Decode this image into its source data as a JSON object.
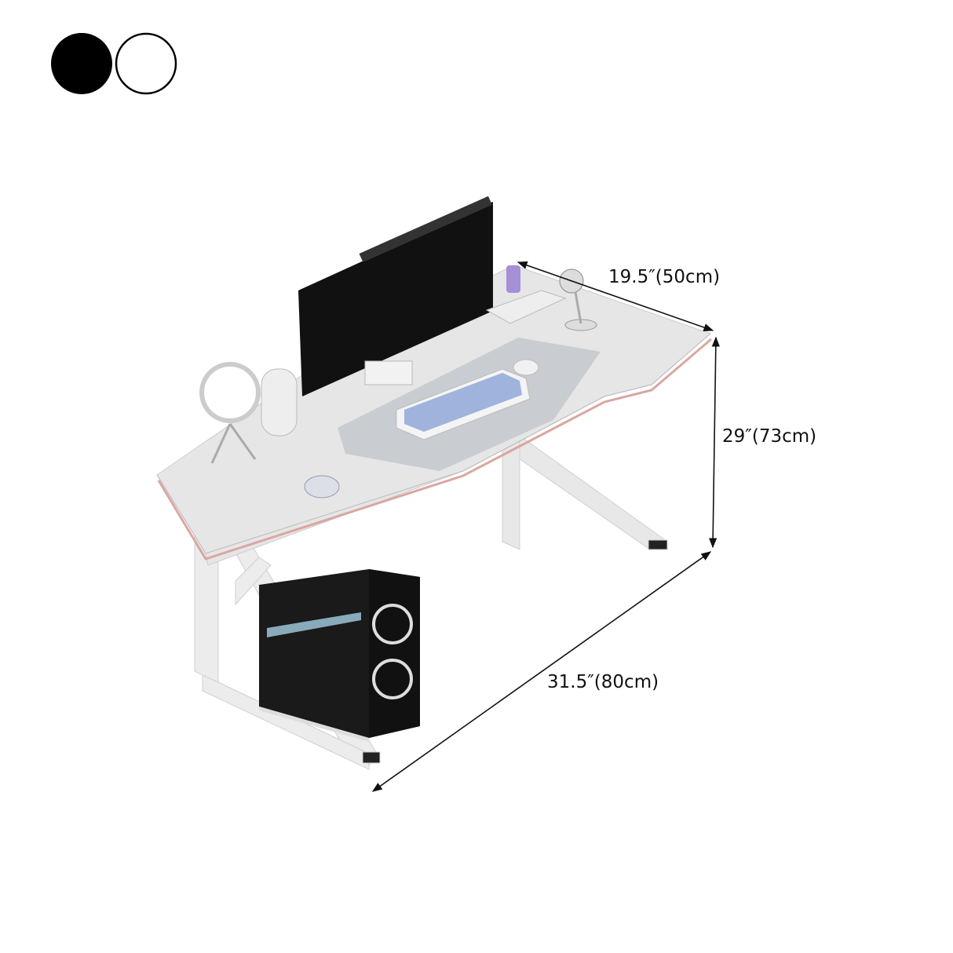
{
  "color_options": [
    {
      "name": "black",
      "hex": "#000000"
    },
    {
      "name": "white",
      "hex": "#ffffff"
    }
  ],
  "dimensions": {
    "depth": "19.5″(50cm)",
    "height": "29″(73cm)",
    "width": "31.5″(80cm)"
  },
  "colors": {
    "desktop": "#e6e6e6",
    "edge": "#d9a7a0",
    "frame": "#ececec",
    "mousepad": "#c9ccd1",
    "keycaps": "#9fb3dc"
  }
}
